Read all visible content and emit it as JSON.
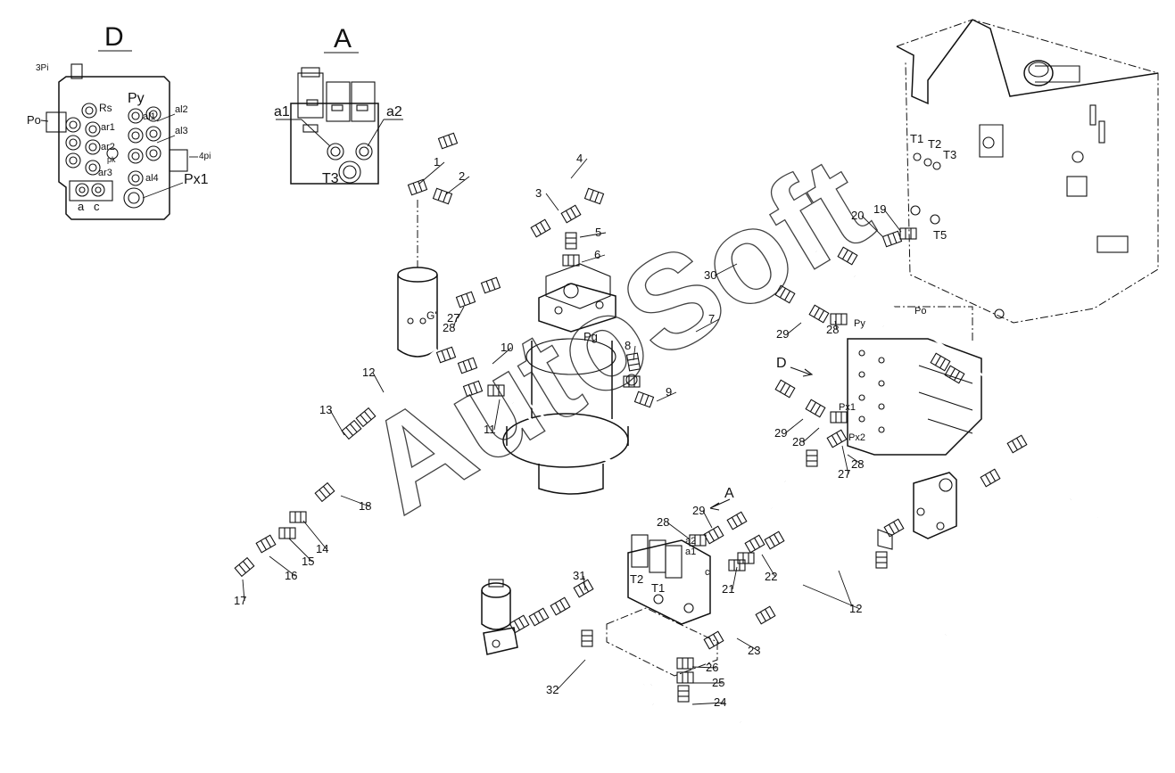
{
  "detail_d": {
    "title": "D",
    "ports": {
      "p3pi": "3Pi",
      "po": "Po",
      "rs": "Rs",
      "py": "Py",
      "ar1": "ar1",
      "ar2": "ar2",
      "ar3": "ar3",
      "al1": "al1",
      "al2": "al2",
      "al3": "al3",
      "al4": "al4",
      "pk": "pk",
      "p4pi": "4pi",
      "px1": "Px1",
      "a": "a",
      "c": "c"
    }
  },
  "detail_a": {
    "title": "A",
    "ports": {
      "a1": "a1",
      "a2": "a2",
      "t3": "T3"
    }
  },
  "tank_ports": {
    "t1": "T1",
    "t2": "T2",
    "t3": "T3",
    "t5": "T5"
  },
  "valve_ports": {
    "po": "Po",
    "py": "Py",
    "px1": "Px1",
    "px2": "Px2",
    "d": "D"
  },
  "motor_ports": {
    "pg": "Pg",
    "g": "G'"
  },
  "manifold_ports": {
    "a": "A",
    "a1": "a1",
    "a2": "a2",
    "c": "c",
    "t1": "T1",
    "t2": "T2"
  },
  "callouts": [
    {
      "n": "1"
    },
    {
      "n": "2"
    },
    {
      "n": "3"
    },
    {
      "n": "4"
    },
    {
      "n": "5"
    },
    {
      "n": "6"
    },
    {
      "n": "7"
    },
    {
      "n": "8"
    },
    {
      "n": "9"
    },
    {
      "n": "10"
    },
    {
      "n": "11"
    },
    {
      "n": "12"
    },
    {
      "n": "13"
    },
    {
      "n": "14"
    },
    {
      "n": "15"
    },
    {
      "n": "16"
    },
    {
      "n": "17"
    },
    {
      "n": "18"
    },
    {
      "n": "19"
    },
    {
      "n": "20"
    },
    {
      "n": "21"
    },
    {
      "n": "22"
    },
    {
      "n": "23"
    },
    {
      "n": "24"
    },
    {
      "n": "25"
    },
    {
      "n": "26"
    },
    {
      "n": "27"
    },
    {
      "n": "27"
    },
    {
      "n": "28"
    },
    {
      "n": "28"
    },
    {
      "n": "28"
    },
    {
      "n": "28"
    },
    {
      "n": "28"
    },
    {
      "n": "29"
    },
    {
      "n": "29"
    },
    {
      "n": "29"
    },
    {
      "n": "30"
    },
    {
      "n": "31"
    },
    {
      "n": "32"
    },
    {
      "n": "12"
    }
  ],
  "watermark": "AutoSoft"
}
